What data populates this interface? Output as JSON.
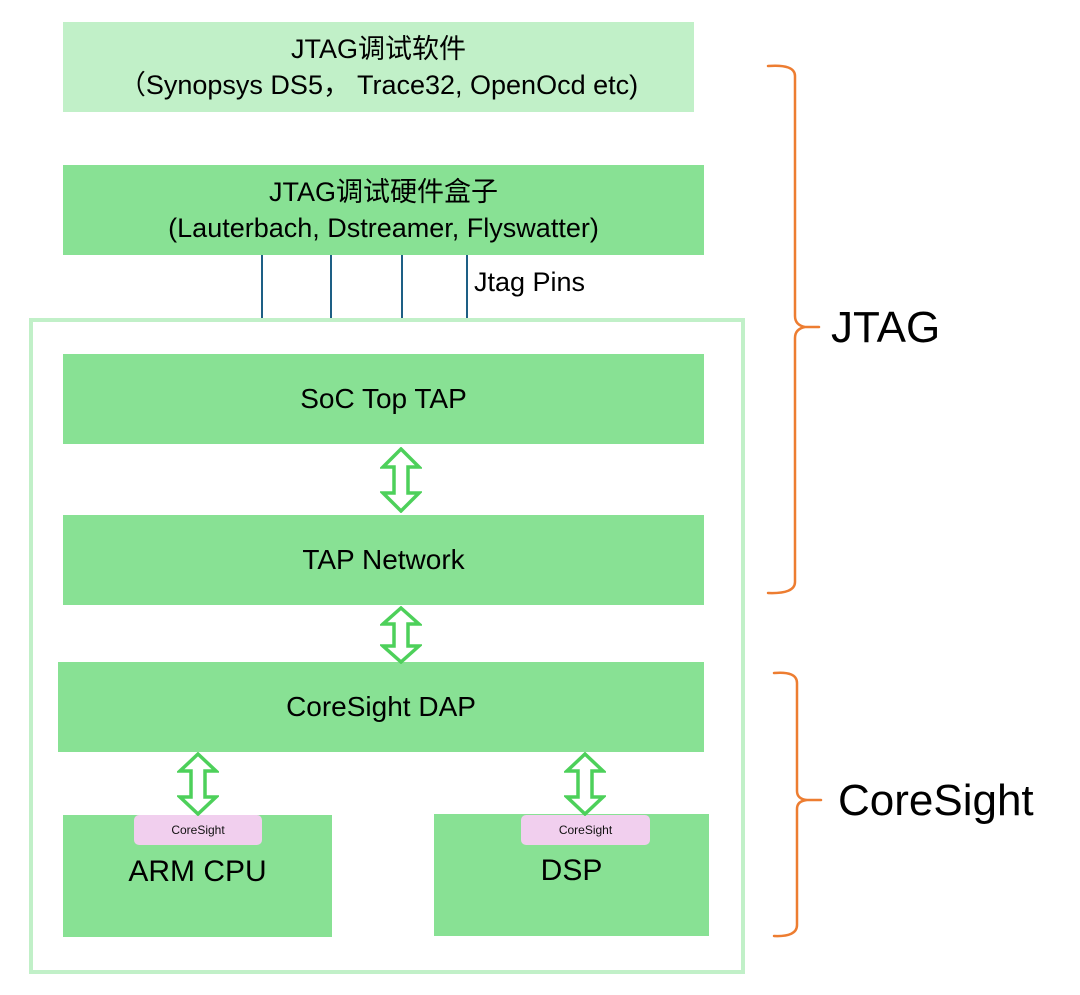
{
  "colors": {
    "light_green": "#c1f0c8",
    "mid_green": "#88e194",
    "arrow_green": "#4dd05a",
    "pin_blue": "#1d5f85",
    "bracket_orange": "#ed7d31",
    "coresight_tag_pink": "#f1cfee"
  },
  "software_box": {
    "title": "JTAG调试软件",
    "subtitle": "（Synopsys DS5，  Trace32, OpenOcd etc)"
  },
  "hardware_box": {
    "title": "JTAG调试硬件盒子",
    "subtitle": "(Lauterbach, Dstreamer, Flyswatter)"
  },
  "pins": {
    "label": "Jtag Pins",
    "count": 4
  },
  "soc": {
    "top_tap": "SoC Top TAP",
    "tap_network": "TAP Network",
    "coresight_dap": "CoreSight DAP",
    "cores": [
      {
        "name": "ARM CPU",
        "tag": "CoreSight"
      },
      {
        "name": "DSP",
        "tag": "CoreSight"
      }
    ]
  },
  "brackets": {
    "jtag": "JTAG",
    "coresight": "CoreSight"
  }
}
